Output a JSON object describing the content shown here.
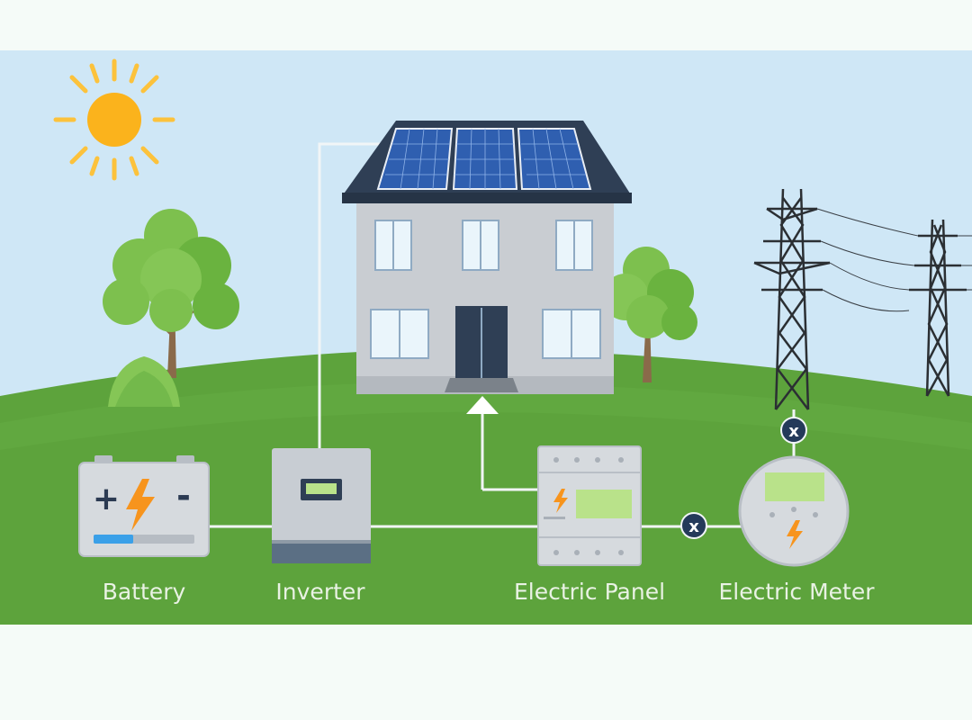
{
  "labels": {
    "battery": "Battery",
    "inverter": "Inverter",
    "electric_panel": "Electric Panel",
    "electric_meter": "Electric Meter"
  },
  "battery_symbols": {
    "plus": "+",
    "minus": "-"
  },
  "disconnect_symbol": "x",
  "colors": {
    "sky": "#cfe7f6",
    "grass": "#5da33c",
    "grass_light": "#73b94b",
    "sun": "#fbb31c",
    "roof": "#2f3f55",
    "house_wall": "#c9cdd2",
    "window": "#eaf5fb",
    "door": "#2f3f55",
    "solar_panel": "#2f5fb0",
    "wire": "#f1f5f7",
    "device": "#c8cdd3",
    "screen": "#b9e28a",
    "bolt": "#f7941d",
    "node": "#243a5a",
    "tower": "#2b2f33",
    "tree": "#7dc04e",
    "trunk": "#8a6a4a"
  }
}
